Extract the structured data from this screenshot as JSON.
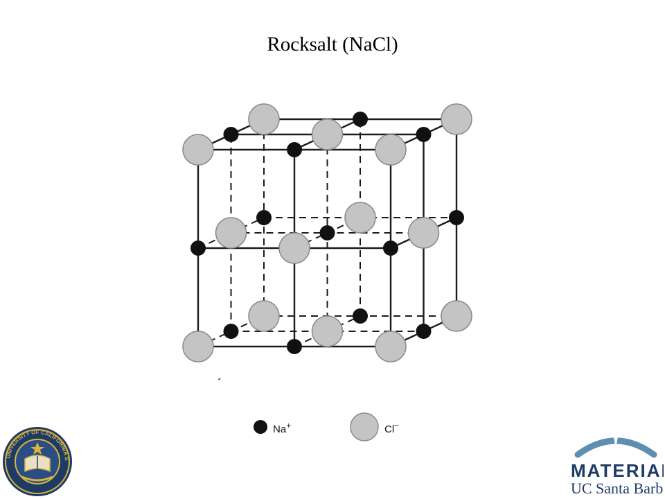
{
  "title": "Rocksalt (NaCl)",
  "legend": {
    "na_label": "Na",
    "na_charge": "+",
    "cl_label": "Cl",
    "cl_charge": "−"
  },
  "logos": {
    "uc_seal_text": "UNIVERSITY OF CALIFORNIA SANTA BARBARA",
    "materials_word": "MATERIALS",
    "ucsb_word": "UC Santa Barbara"
  },
  "colors": {
    "na_fill": "#111111",
    "cl_fill": "#c4c4c4",
    "cl_stroke": "#8a8a8a",
    "bond": "#1a1a1a",
    "logo_blue": "#1e3a66",
    "seal_gold": "#d8b43c"
  }
}
